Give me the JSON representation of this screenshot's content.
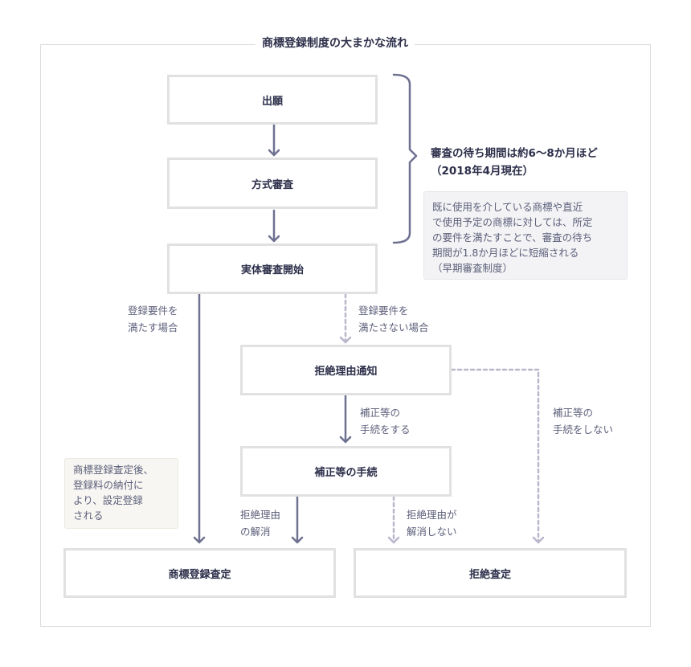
{
  "title": "商標登録制度の大まかな流れ",
  "boxes": {
    "application": "出願",
    "formality_exam": "方式審査",
    "substantive_exam": "実体審査開始",
    "rejection_notice": "拒絶理由通知",
    "amendment": "補正等の手続",
    "registration_decision": "商標登録査定",
    "rejection_decision": "拒絶査定"
  },
  "wait": {
    "heading": "審査の待ち期間は約6〜8か月ほど\n（2018年4月現在）",
    "note": "既に使用を介している商標や直近\nで使用予定の商標に対しては、所定\nの要件を満たすことで、審査の待ち\n期間が1.8か月ほどに短縮される\n（早期審査制度）"
  },
  "labels": {
    "meets_requirements": "登録要件を\n満たす場合",
    "not_meets_requirements": "登録要件を\n満たさない場合",
    "do_amendment": "補正等の\n手続をする",
    "no_amendment": "補正等の\n手続をしない",
    "reason_resolved": "拒絶理由\nの解消",
    "reason_not_resolved": "拒絶理由が\n解消しない"
  },
  "registration_note": "商標登録査定後、\n登録料の納付に\nより、設定登録\nされる",
  "colors": {
    "solid_arrow": "#6e7190",
    "dashed_arrow": "#b9b7cc",
    "box_border": "#e1e1e1",
    "text": "#2d2f4a"
  }
}
